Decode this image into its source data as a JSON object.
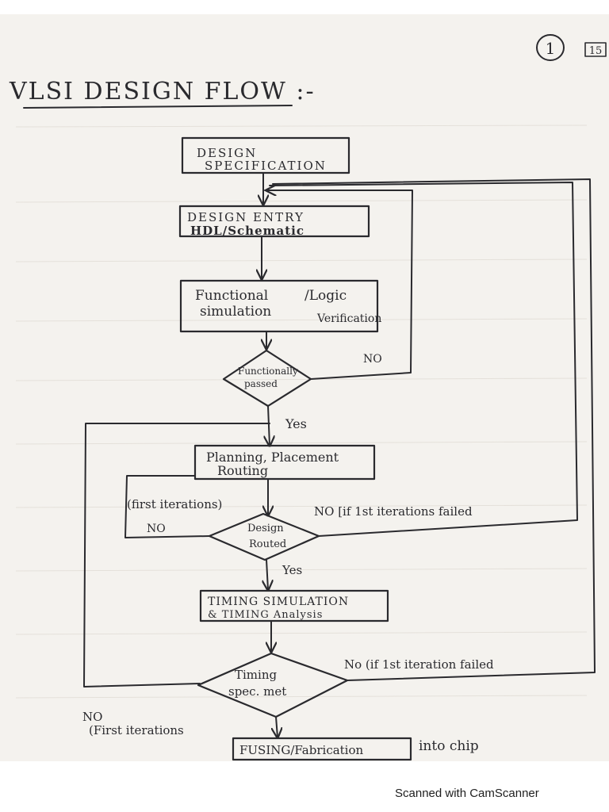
{
  "page_number": "1",
  "page_count_box": "15",
  "title": "VLSI DESIGN FLOW :-",
  "nodes": {
    "design_spec_line1": "DESIGN",
    "design_spec_line2": "SPECIFICATION",
    "design_entry_line1": "DESIGN ENTRY",
    "design_entry_line2": "HDL/Schematic",
    "func_sim_line1": "Functional",
    "func_sim_line2": "simulation",
    "func_sim_line3": "/Logic",
    "func_sim_line4": "Verification",
    "func_passed_line1": "Functionally",
    "func_passed_line2": "passed",
    "planning_line1": "Planning, Placement",
    "planning_line2": "Routing",
    "design_routed_line1": "Design",
    "design_routed_line2": "Routed",
    "timing_sim_line1": "TIMING SIMULATION",
    "timing_sim_line2": "& TIMING Analysis",
    "timing_spec_line1": "Timing",
    "timing_spec_line2": "spec. met",
    "fusing": "FUSING/Fabrication",
    "into_chip": "into chip"
  },
  "edge_labels": {
    "func_no": "NO",
    "func_yes": "Yes",
    "first_iterations_mid": "(first iterations)",
    "routed_no_left": "NO",
    "routed_no_right": "NO [if 1st iterations failed",
    "routed_yes": "Yes",
    "timing_no_right": "No (if 1st iteration failed",
    "timing_no_left_line1": "NO",
    "timing_no_left_line2": "(First iterations"
  },
  "footer": "Scanned with CamScanner",
  "colors": {
    "ink": "#2a2a2e",
    "paper": "#f4f2ee",
    "bleed_through": "#c9c5bf"
  }
}
